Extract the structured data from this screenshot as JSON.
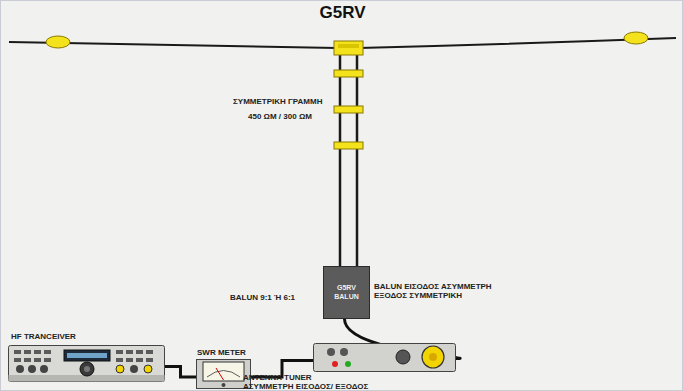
{
  "diagram": {
    "title": "G5RV",
    "nodes": [
      {
        "text": [
          "G5RV BALUN"
        ]
      },
      {
        "text": [
          "HF TRANCEIVER"
        ]
      },
      {
        "text": [
          "SWR METER"
        ]
      },
      {
        "text": [
          "ANTENNA TUNER",
          "ΑΣΥΜΜΕΤΡΗ ΕΙΣΟΔΟΣ/ ΕΞΟΔΟΣ"
        ]
      }
    ],
    "edges": [
      {
        "from": 1,
        "to": 2,
        "arrow": "none"
      },
      {
        "from": 2,
        "to": 3,
        "arrow": "none"
      },
      {
        "from": 3,
        "to": 0,
        "arrow": "none"
      }
    ],
    "labels": [
      "ΣΥΜΜΕΤΡΙΚΗ ΓΡΑΜΜΗ",
      "450 ΩΜ / 300 ΩΜ",
      "BALUN 9:1 Ή 6:1",
      "BALUN ΕΙΣΟΔΟΣ ΑΣΥΜΜΕΤΡΗ ΕΞΟΔΟΣ ΣΥΜΜΕΤΡΙΚΗ"
    ]
  }
}
